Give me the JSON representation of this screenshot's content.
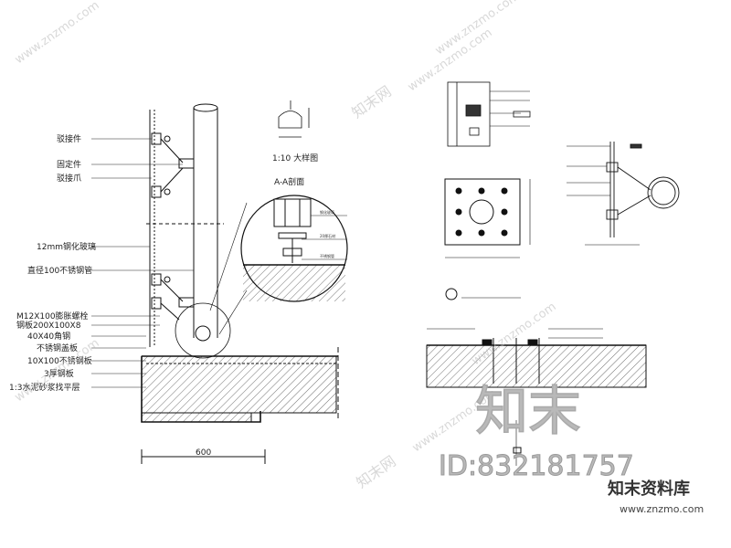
{
  "drawing": {
    "left_labels": [
      "驳接件",
      "固定件",
      "驳接爪",
      "12mm钢化玻璃",
      "直径100不锈钢管",
      "M12X100膨胀螺栓",
      "钢板200X100X8",
      "40X40角钢",
      "不锈钢盖板",
      "10X100不锈钢板",
      "3厚钢板",
      "1:3水泥砂浆找平层"
    ],
    "circle_labels": [
      "钢化玻璃",
      "20厚石材",
      "不锈钢管"
    ],
    "bottom_dim": "600",
    "section_label": "A-A剖面",
    "detail_label": "1:10 大样图"
  },
  "watermark": {
    "brand": "知末网",
    "url": "www.znzmo.com",
    "big": "知末",
    "id": "ID:832181757",
    "logo": "知末资料库",
    "logo_url": "www.znzmo.com"
  }
}
